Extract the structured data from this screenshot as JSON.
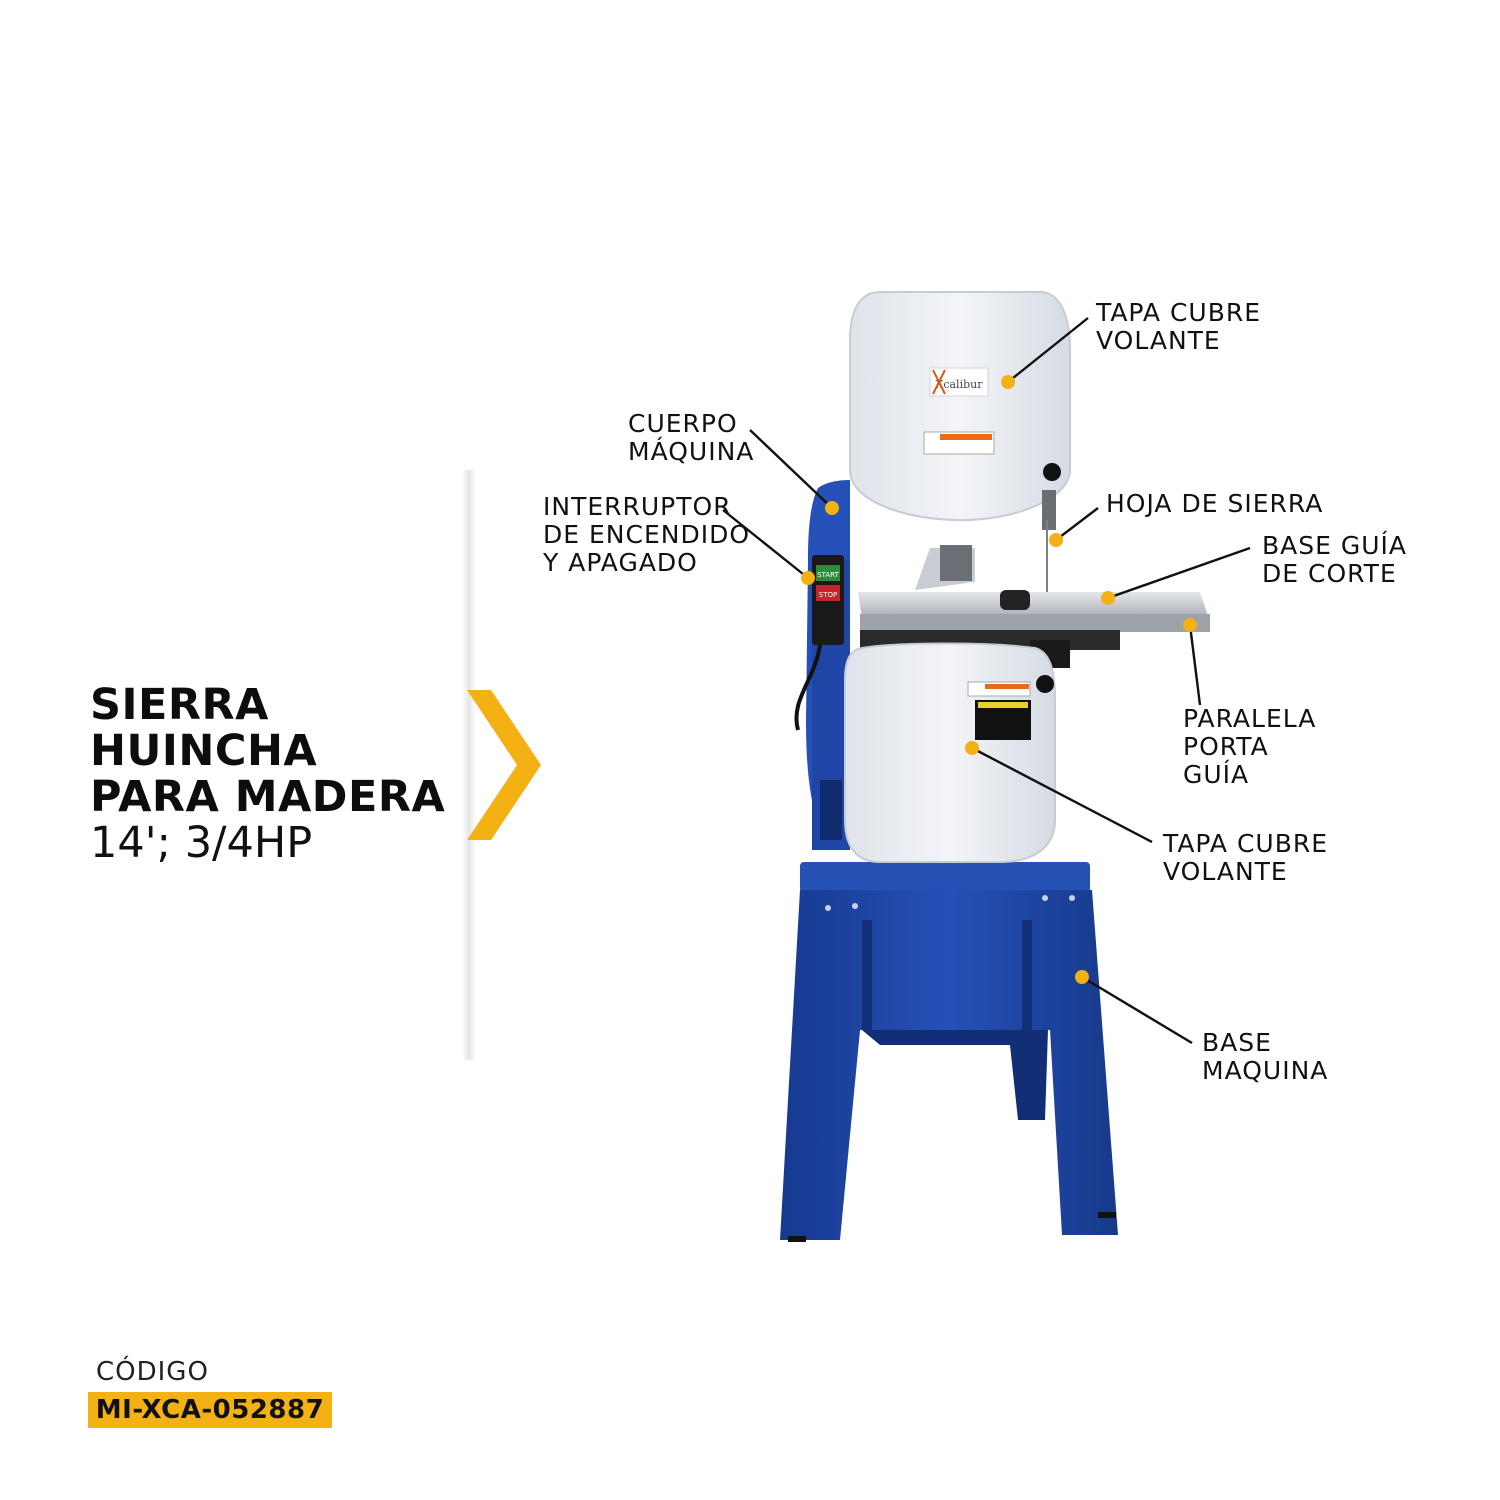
{
  "product": {
    "title_lines": [
      "SIERRA",
      "HUINCHA",
      "PARA MADERA"
    ],
    "subtitle": "14'; 3/4HP",
    "brand": "Xcalibur"
  },
  "code": {
    "label": "CÓDIGO",
    "value": "MI-XCA-052887"
  },
  "callouts": {
    "upper_cover": [
      "TAPA CUBRE",
      "VOLANTE"
    ],
    "body": [
      "CUERPO",
      "MÁQUINA"
    ],
    "switch": [
      "INTERRUPTOR",
      "DE ENCENDIDO",
      "Y APAGADO"
    ],
    "blade": [
      "HOJA DE SIERRA"
    ],
    "cut_guide": [
      "BASE GUÍA",
      "DE CORTE"
    ],
    "fence": [
      "PARALELA",
      "PORTA",
      "GUÍA"
    ],
    "lower_cover": [
      "TAPA CUBRE",
      "VOLANTE"
    ],
    "machine_base": [
      "BASE",
      "MAQUINA"
    ]
  },
  "switch_labels": {
    "start": "START",
    "stop": "STOP"
  },
  "colors": {
    "accent": "#f4b114",
    "machine_blue": "#1f46a6",
    "cover_white": "#eef0f4"
  }
}
